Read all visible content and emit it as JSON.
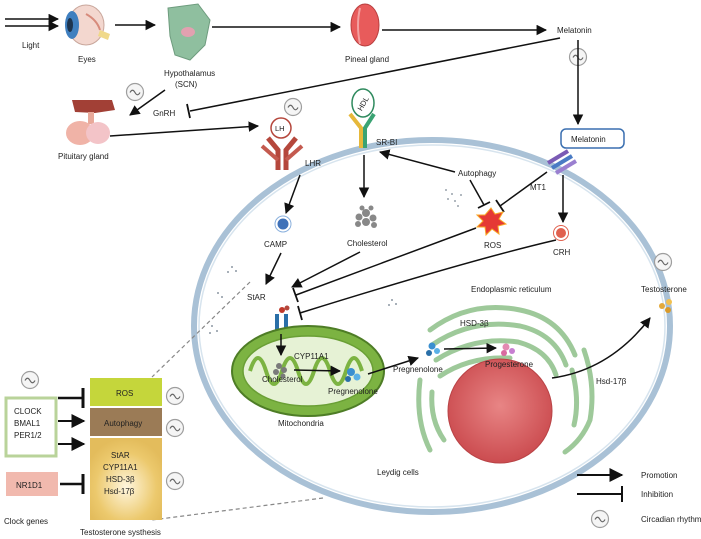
{
  "labels": {
    "light": "Light",
    "eyes": "Eyes",
    "hypothalamus_1": "Hypothalamus",
    "hypothalamus_2": "(SCN)",
    "pineal": "Pineal gland",
    "melatonin_top": "Melatonin",
    "gnrh": "GnRH",
    "pituitary": "Pituitary gland",
    "lh": "LH",
    "lhr": "LHR",
    "hdl": "HDL",
    "srbi": "SR-BI",
    "melatonin_receptor_box": "Melatonin",
    "autophagy": "Autophagy",
    "mt1": "MT1",
    "camp": "CAMP",
    "cholesterol": "Cholesterol",
    "ros": "ROS",
    "crh": "CRH",
    "star": "StAR",
    "er": "Endoplasmic reticulum",
    "testosterone": "Testosterone",
    "hsd3b": "HSD-3β",
    "cyp11a1": "CYP11A1",
    "cholesterol_mito": "Cholesterol",
    "pregnenolone_mito": "Pregnenolone",
    "pregnenolone_er": "Pregnenolone",
    "progesterone": "Progesterone",
    "hsd17b": "Hsd-17β",
    "mitochondria": "Mitochondria",
    "leydig": "Leydig cells",
    "clock_genes": "Clock genes",
    "testosterone_synthesis": "Testosterone systhesis"
  },
  "panel": {
    "clock_lines": [
      "CLOCK",
      "BMAL1",
      "PER1/2"
    ],
    "nr1d1": "NR1D1",
    "ros_box": "ROS",
    "autophagy_box": "Autophagy",
    "synth_lines": [
      "StAR",
      "CYP11A1",
      "HSD-3β",
      "Hsd-17β"
    ]
  },
  "legend": {
    "promotion": "Promotion",
    "inhibition": "Inhibition",
    "circadian": "Circadian rhythm"
  },
  "colors": {
    "cell_border": "#a9c1d6",
    "mitochondria": "#7cb342",
    "er": "#9ec99a",
    "nucleus": "#d95a5e",
    "ros_box": "#c5d63b",
    "autophagy_box": "#9b7b56",
    "synthesis_box": "#e7c46a",
    "clock_box": "#b9d39a",
    "nr1d1_box": "#f1b9ae",
    "lhr": "#b5473c",
    "srbi": "#3aa373"
  },
  "icons": [
    "eye-icon",
    "neuron-icon",
    "pineal-gland-icon",
    "pituitary-gland-icon",
    "circadian-rhythm-icon"
  ]
}
